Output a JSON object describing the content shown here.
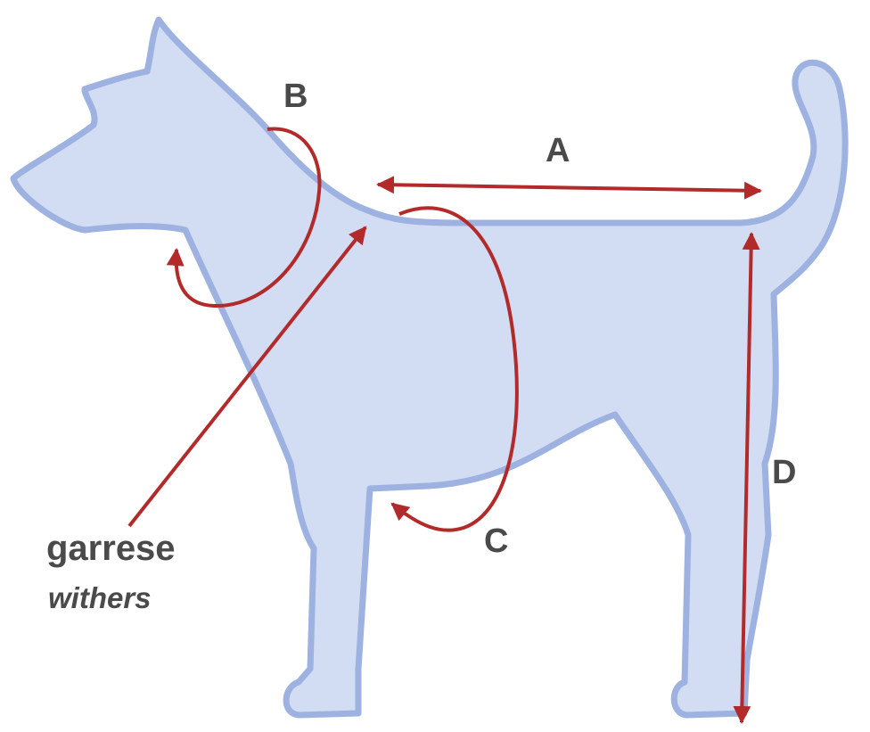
{
  "labels": {
    "a": "A",
    "b": "B",
    "c": "C",
    "d": "D",
    "garrese": "garrese",
    "withers": "withers"
  },
  "colors": {
    "dog_fill": "#d2dcf2",
    "dog_outline": "#9db2e0",
    "arrow": "#b22a2a",
    "text": "#4a4a4a"
  }
}
